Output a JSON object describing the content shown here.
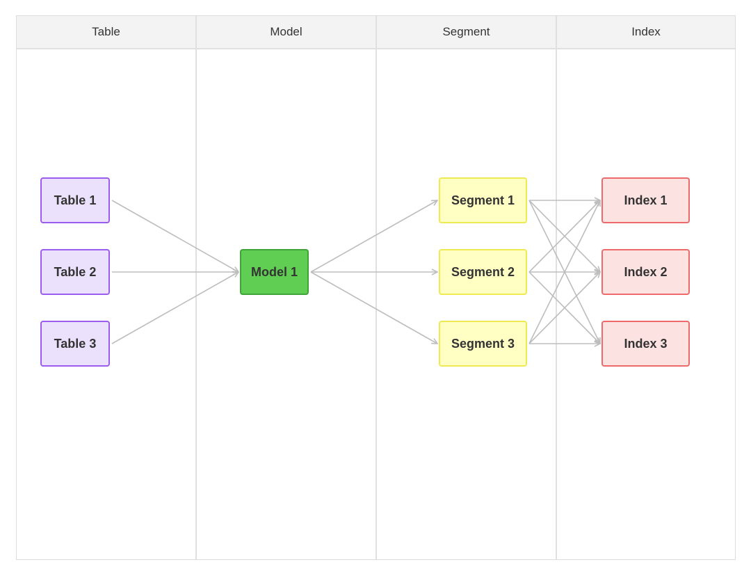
{
  "lanes": [
    "Table",
    "Model",
    "Segment",
    "Index"
  ],
  "nodes": {
    "table1": "Table 1",
    "table2": "Table 2",
    "table3": "Table 3",
    "model1": "Model 1",
    "segment1": "Segment 1",
    "segment2": "Segment 2",
    "segment3": "Segment 3",
    "index1": "Index 1",
    "index2": "Index 2",
    "index3": "Index 3"
  },
  "edges": [
    [
      "table1",
      "model1"
    ],
    [
      "table2",
      "model1"
    ],
    [
      "table3",
      "model1"
    ],
    [
      "model1",
      "segment1"
    ],
    [
      "model1",
      "segment2"
    ],
    [
      "model1",
      "segment3"
    ],
    [
      "segment1",
      "index1"
    ],
    [
      "segment1",
      "index2"
    ],
    [
      "segment1",
      "index3"
    ],
    [
      "segment2",
      "index1"
    ],
    [
      "segment2",
      "index2"
    ],
    [
      "segment2",
      "index3"
    ],
    [
      "segment3",
      "index1"
    ],
    [
      "segment3",
      "index2"
    ],
    [
      "segment3",
      "index3"
    ]
  ],
  "colors": {
    "table_fill": "#ebe1fc",
    "table_border": "#9b5cf0",
    "model_fill": "#5fce53",
    "model_border": "#3fa33a",
    "segment_fill": "#ffffc4",
    "segment_border": "#f0ea52",
    "index_fill": "#fde2e2",
    "index_border": "#ee6a6a",
    "edge": "#bdbdbd"
  }
}
